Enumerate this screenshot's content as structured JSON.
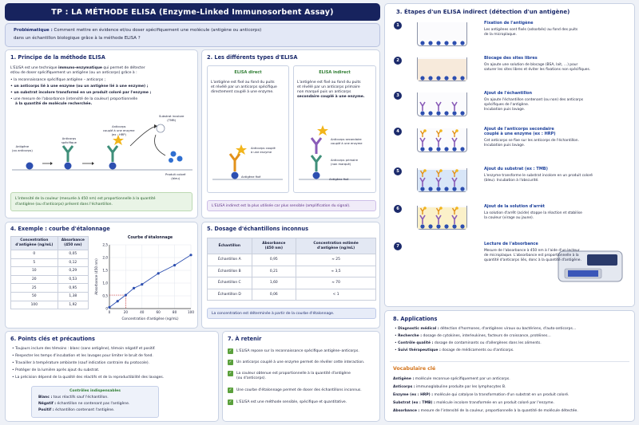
{
  "title": "TP : LA MÉTHODE ELISA (Enzyme-Linked Immunosorbent Assay)",
  "problem": {
    "label": "Problématique :",
    "line1": " Comment mettre en évidence et/ou doser spécifiquement une molécule (antigène ou anticorps)",
    "line2": "dans un échantillon biologique grâce à la méthode ELISA ?"
  },
  "s1": {
    "title": "1.  Principe de la méthode ELISA",
    "p1a": "L'ELISA est une technique ",
    "p1b": "immuno-enzymatique",
    "p1c": " qui permet de détecter",
    "p2": "et/ou de doser spécifiquement un antigène (ou un anticorps) grâce à :",
    "b1": "la reconnaissance spécifique antigène – anticorps ;",
    "b2": "un anticorps lié à une enzyme (ou un antigène lié à une enzyme) ;",
    "b3": "un substrat incolore transformé en un produit coloré par l'enzyme ;",
    "b4a": "une mesure de l'absorbance (intensité de la couleur) proportionnelle",
    "b4b": "à la quantité de molécule recherchée.",
    "d1": [
      "Antigène",
      "(ou anticorps)"
    ],
    "d2": [
      "Anticorps",
      "spécifique"
    ],
    "d3": [
      "Anticorps",
      "couplé à une enzyme",
      "(ex : HRP)"
    ],
    "d4": [
      "Substrat incolore",
      "(TMB)"
    ],
    "d5": [
      "Produit coloré",
      "(bleu)"
    ],
    "note1": "L'intensité de la couleur (mesurée à 450 nm) est proportionnelle à la quantité",
    "note2": "d'antigène (ou d'anticorps) présent dans l'échantillon."
  },
  "s2": {
    "title": "2.  Les différents types d'ELISA",
    "direct": {
      "title": "ELISA direct",
      "l1": "L'antigène est fixé au fond du puits",
      "l2": "et révélé par un anticorps spécifique",
      "l3": "directement couplé à une enzyme.",
      "lab1": "Anticorps couplé",
      "lab2": "à une enzyme",
      "lab3": "Antigène fixé"
    },
    "indirect": {
      "title": "ELISA indirect",
      "l1": "L'antigène est fixé au fond du puits",
      "l2": "et révélé par un anticorps primaire",
      "l3": "non marqué puis un anticorps",
      "l4": "secondaire couplé à une enzyme.",
      "lab1": "Anticorps secondaire",
      "lab2": "couplé à une enzyme",
      "lab3": "Anticorps primaire",
      "lab4": "(non marqué)",
      "lab5": "Antigène fixé"
    },
    "note": "L'ELISA indirect est la plus utilisée car plus sensible (amplification du signal)."
  },
  "s3": {
    "title": "3.  Étapes d'un ELISA indirect (détection d'un antigène)",
    "steps": [
      {
        "n": "1",
        "title": "Fixation de l'antigène",
        "l1": "Les antigènes sont fixés (adsorbés) au fond des puits",
        "l2": "de la microplaque."
      },
      {
        "n": "2",
        "title": "Blocage des sites libres",
        "l1": "On ajoute une solution de blocage (BSA, lait, …) pour",
        "l2": "saturer les sites libres et éviter les fixations non spécifiques."
      },
      {
        "n": "3",
        "title": "Ajout de l'échantillon",
        "l1": "On ajoute l'échantillon contenant (ou non) des anticorps",
        "l2": "spécifiques de l'antigène.",
        "l3": "Incubation puis lavage."
      },
      {
        "n": "4",
        "title": "Ajout de l'anticorps secondaire",
        "title2": "couplé à une enzyme (ex : HRP)",
        "l1": "Cet anticorps se fixe sur les anticorps de l'échantillon.",
        "l2": "Incubation puis lavage."
      },
      {
        "n": "5",
        "title": "Ajout du substrat (ex : TMB)",
        "l1": "L'enzyme transforme le substrat incolore en un produit coloré",
        "l2": "(bleu). Incubation à l'obscurité."
      },
      {
        "n": "6",
        "title": "Ajout de la solution d'arrêt",
        "l1": "La solution d'arrêt (acide) stoppe la réaction et stabilise",
        "l2": "la couleur (virage au jaune)."
      },
      {
        "n": "7",
        "title": "Lecture de l'absorbance",
        "l1": "Mesure de l'absorbance à 450 nm à l'aide d'un lecteur",
        "l2": "de microplaque. L'absorbance est proportionnelle à la",
        "l3": "quantité d'anticorps liés, donc à la quantité d'antigène."
      }
    ]
  },
  "s4": {
    "title": "4.  Exemple : courbe d'étalonnage",
    "col1": [
      "Concentration",
      "d'antigène (ng/mL)"
    ],
    "col2": [
      "Absorbance",
      "(450 nm)"
    ],
    "rows": [
      [
        "0",
        "0,05"
      ],
      [
        "5",
        "0,12"
      ],
      [
        "10",
        "0,29"
      ],
      [
        "20",
        "0,53"
      ],
      [
        "25",
        "0,95"
      ],
      [
        "50",
        "1,38"
      ],
      [
        "100",
        "1,92"
      ]
    ]
  },
  "chart_data": {
    "type": "line",
    "title": "Courbe d'étalonnage",
    "xlabel": "Concentration d'antigène (ng/mL)",
    "ylabel": "Absorbance (450 nm)",
    "xlim": [
      0,
      100
    ],
    "ylim": [
      0,
      2.5
    ],
    "xticks": [
      "0",
      "20",
      "40",
      "60",
      "80",
      "100"
    ],
    "yticks": [
      "0",
      "0,5",
      "1,0",
      "1,5",
      "2,0",
      "2,5"
    ],
    "x": [
      0,
      10,
      20,
      30,
      40,
      60,
      80,
      100
    ],
    "y": [
      0.05,
      0.29,
      0.53,
      0.8,
      0.95,
      1.38,
      1.7,
      2.1
    ],
    "guide": {
      "x": 20,
      "y": 0.53
    }
  },
  "s5": {
    "title": "5.  Dosage d'échantillons inconnus",
    "h1": "Échantillon",
    "h2": [
      "Absorbance",
      "(450 nm)"
    ],
    "h3": [
      "Concentration estimée",
      "d'antigène (ng/mL)"
    ],
    "rows": [
      [
        "Échantillon A",
        "0,95",
        "≈ 25"
      ],
      [
        "Échantillon B",
        "0,21",
        "≈ 3,5"
      ],
      [
        "Échantillon C",
        "1,60",
        "≈ 70"
      ],
      [
        "Échantillon D",
        "0,06",
        "< 1"
      ]
    ],
    "note": "La concentration est déterminée à partir de la courbe d'étalonnage."
  },
  "s6": {
    "title": "6.  Points clés et précautions",
    "b": [
      "Toujours inclure des témoins : blanc (sans antigène), témoin négatif et positif.",
      "Respecter les temps d'incubation et les lavages pour limiter le bruit de fond.",
      "Travailler à température ambiante (sauf indication contraire du protocole).",
      "Protéger de la lumière après ajout du substrat.",
      "La précision dépend de la qualité des réactifs et de la reproductibilité des lavages."
    ],
    "ctitle": "Contrôles indispensables",
    "c1a": "Blanc :",
    "c1b": " tous réactifs sauf l'échantillon.",
    "c2a": "Négatif :",
    "c2b": " échantillon ne contenant pas l'antigène.",
    "c3a": "Positif :",
    "c3b": " échantillon contenant l'antigène."
  },
  "s7": {
    "title": "7.  À retenir",
    "items": [
      [
        "L'ELISA repose sur la reconnaissance spécifique antigène–anticorps."
      ],
      [
        "Un anticorps couplé à une enzyme permet de révéler cette interaction."
      ],
      [
        "La couleur obtenue est proportionnelle à la quantité d'antigène",
        "(ou d'anticorps)."
      ],
      [
        "Une courbe d'étalonnage permet de doser des échantillons inconnus."
      ],
      [
        "L'ELISA est une méthode sensible, spécifique et quantitative."
      ]
    ]
  },
  "s8": {
    "title": "8.  Applications",
    "items": [
      [
        "Diagnostic médical :",
        " détection d'hormones, d'antigènes viraux ou bactériens, d'auto-anticorps…"
      ],
      [
        "Recherche :",
        " dosage de cytokines, interleukines, facteurs de croissance, protéines…"
      ],
      [
        "Contrôle qualité :",
        " dosage de contaminants ou d'allergènes dans les aliments."
      ],
      [
        "Suivi thérapeutique :",
        " dosage de médicaments ou d'anticorps."
      ]
    ],
    "vtitle": "Vocabulaire clé",
    "vocab": [
      [
        "Antigène :",
        " molécule reconnue spécifiquement par un anticorps."
      ],
      [
        "Anticorps :",
        " immunoglobuline produite par les lymphocytes B."
      ],
      [
        "Enzyme (ex : HRP) :",
        " molécule qui catalyse la transformation d'un substrat en un produit coloré."
      ],
      [
        "Substrat (ex : TMB) :",
        " molécule incolore transformée en un produit coloré par l'enzyme."
      ],
      [
        "Absorbance :",
        " mesure de l'intensité de la couleur, proportionnelle à la quantité de molécule détectée."
      ]
    ]
  },
  "colors": {
    "navy": "#17235e",
    "blue": "#1b3f9a",
    "green": "#2f7d32",
    "purple": "#7b3fa8",
    "orange": "#d4731a",
    "antigen": "#2d4fb0",
    "antibody1": "#3f8f7a",
    "antibody2": "#8a5cb8",
    "enzyme": "#f2b51b"
  }
}
